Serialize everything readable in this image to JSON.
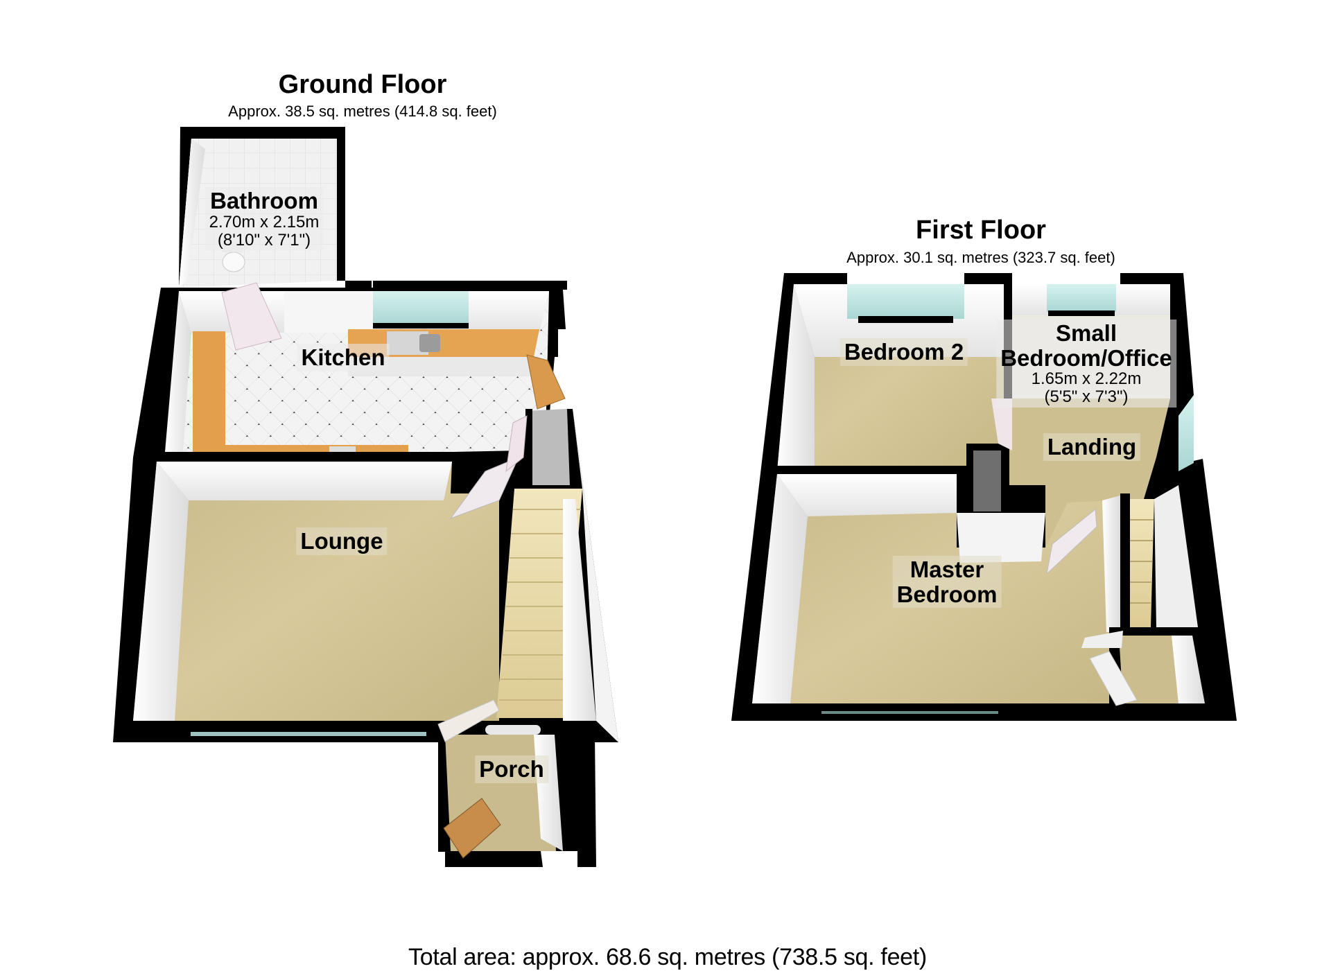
{
  "ground_floor": {
    "title": "Ground Floor",
    "area": "Approx. 38.5 sq. metres (414.8 sq. feet)",
    "rooms": [
      {
        "name": "Bathroom",
        "dim_metric": "2.70m x 2.15m",
        "dim_imperial": "(8'10\" x 7'1\")"
      },
      {
        "name": "Kitchen"
      },
      {
        "name": "Lounge"
      },
      {
        "name": "Porch"
      }
    ]
  },
  "first_floor": {
    "title": "First Floor",
    "area": "Approx. 30.1 sq. metres (323.7 sq. feet)",
    "rooms": [
      {
        "name": "Bedroom 2"
      },
      {
        "name_line1": "Small",
        "name_line2": "Bedroom/Office",
        "dim_metric": "1.65m x 2.22m",
        "dim_imperial": "(5'5\" x 7'3\")"
      },
      {
        "name": "Landing"
      },
      {
        "name_line1": "Master",
        "name_line2": "Bedroom"
      }
    ]
  },
  "total_area": "Total area: approx. 68.6 sq. metres (738.5 sq. feet)",
  "colors": {
    "wall": "#000000",
    "carpet": "#cfc193",
    "carpet_dark": "#b9ab7c",
    "tile": "#eeeeee",
    "counter": "#e3a04c",
    "glass": "#bfe6e3",
    "inner_wall": "#f2f2f2",
    "stairs": "#e8d9a8"
  }
}
